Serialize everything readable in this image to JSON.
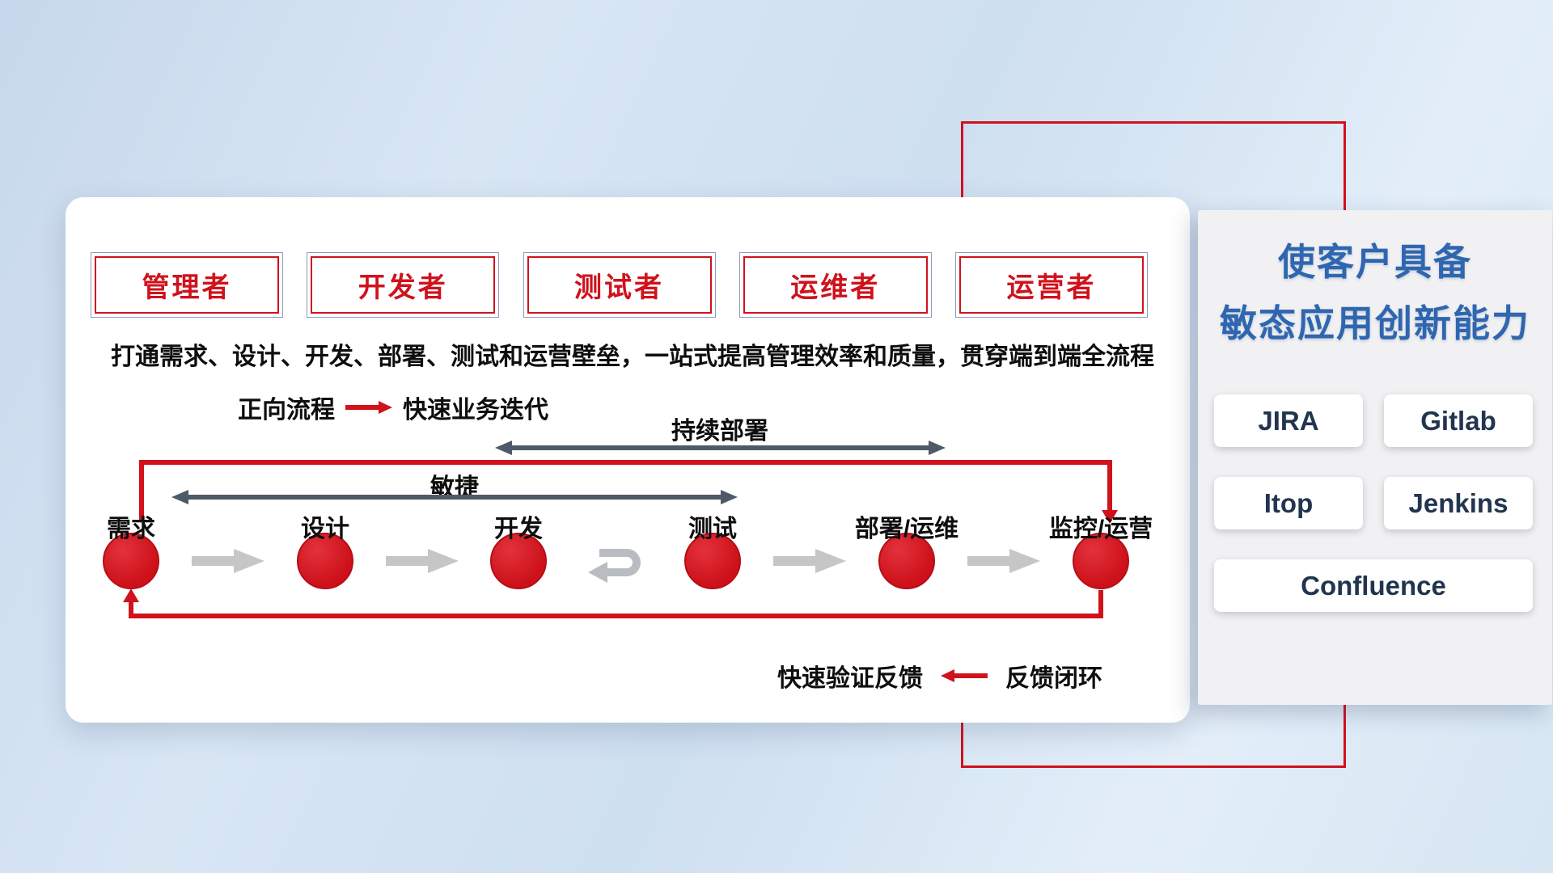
{
  "main_card": {
    "roles": [
      "管理者",
      "开发者",
      "测试者",
      "运维者",
      "运营者"
    ],
    "subtitle": "打通需求、设计、开发、部署、测试和运营壁垒，一站式提高管理效率和质量，贯穿端到端全流程",
    "forward_legend": {
      "label": "正向流程",
      "desc": "快速业务迭代"
    },
    "feedback_legend": {
      "label": "快速验证反馈",
      "desc": "反馈闭环"
    },
    "span_arrows": {
      "continuous_deploy": "持续部署",
      "agile": "敏捷"
    },
    "stages": [
      "需求",
      "设计",
      "开发",
      "测试",
      "部署/运维",
      "监控/运营"
    ]
  },
  "side_panel": {
    "title_line1": "使客户具备",
    "title_line2": "敏态应用创新能力",
    "tools": [
      "JIRA",
      "Gitlab",
      "Itop",
      "Jenkins",
      "Confluence"
    ]
  },
  "colors": {
    "accent_red": "#d0121c",
    "title_blue": "#2f66b0",
    "dark_arrow": "#4e5a66",
    "light_arrow": "#c6c6c6"
  }
}
